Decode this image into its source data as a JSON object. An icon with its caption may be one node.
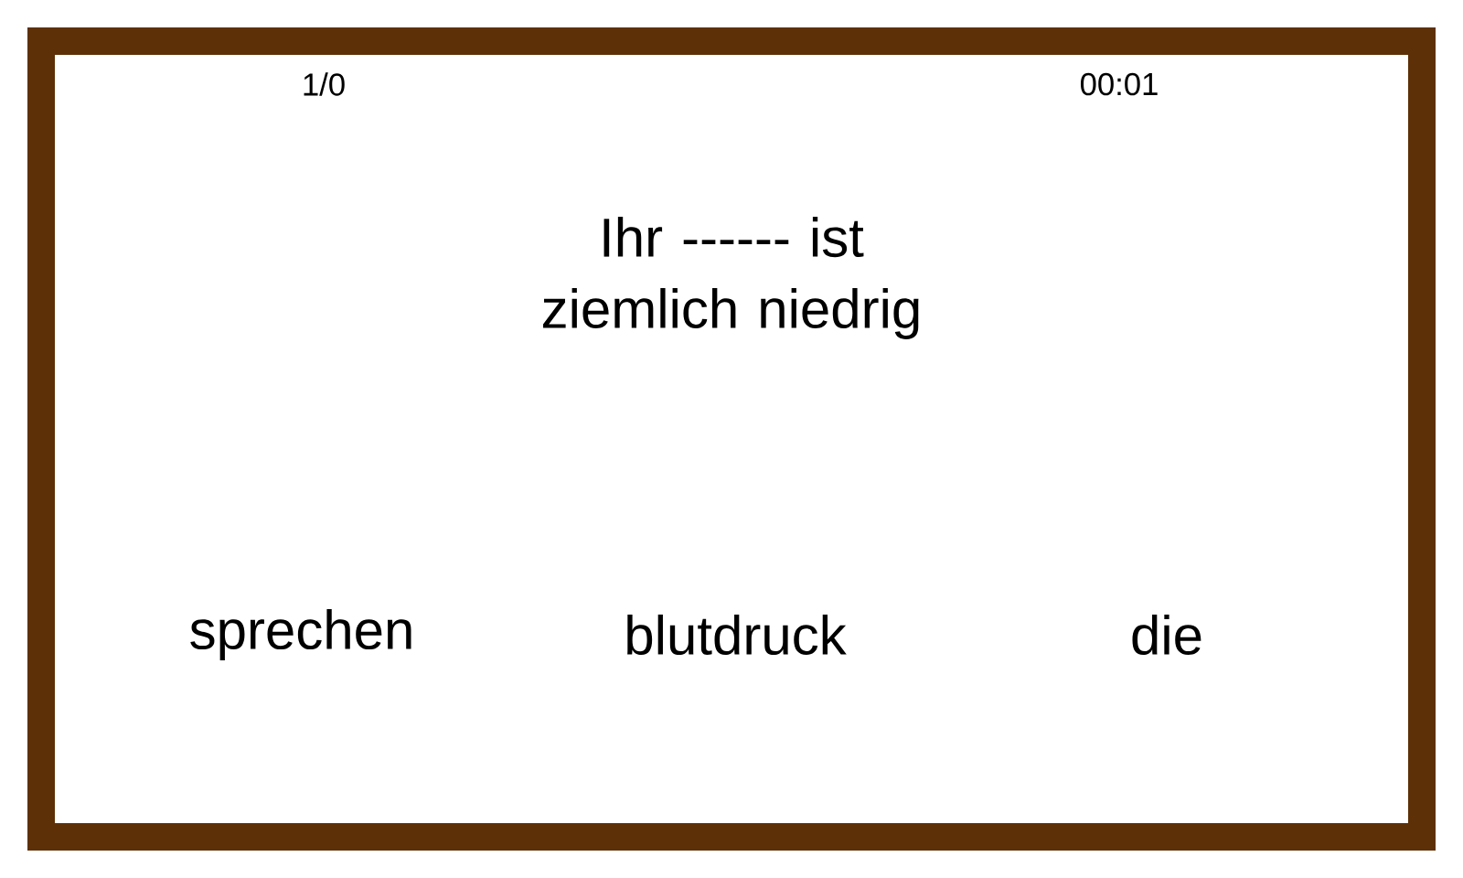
{
  "diagram": {
    "labels": [
      "1/0",
      "00:01",
      "Ihr ------ ist ziemlich niedrig",
      "sprechen",
      "blutdruck",
      "die"
    ]
  }
}
